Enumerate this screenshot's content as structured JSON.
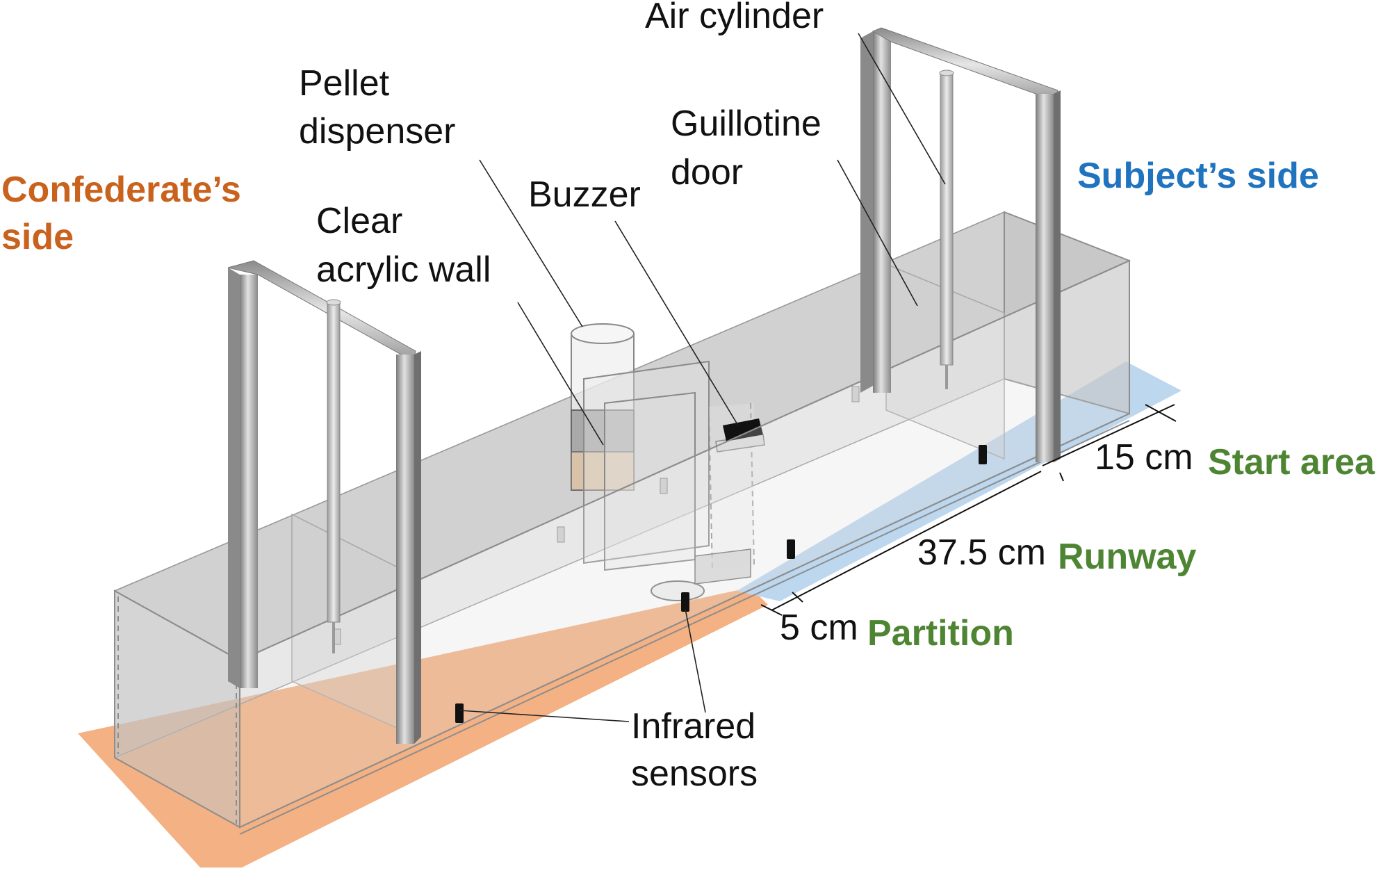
{
  "labels": {
    "air_cylinder": "Air cylinder",
    "pellet_dispenser": [
      "Pellet",
      "dispenser"
    ],
    "guillotine_door": [
      "Guillotine",
      "door"
    ],
    "buzzer": "Buzzer",
    "clear_acrylic_wall": [
      "Clear",
      "acrylic wall"
    ],
    "infrared_sensors": [
      "Infrared",
      "sensors"
    ]
  },
  "sides": {
    "confederate": [
      "Confederate’s",
      "side"
    ],
    "subject": "Subject’s side"
  },
  "dimensions": {
    "start": "15 cm",
    "runway": "37.5 cm",
    "partition": "5 cm"
  },
  "areas": {
    "start": "Start area",
    "runway": "Runway",
    "partition": "Partition"
  },
  "colors": {
    "confederate": "#c8621c",
    "subject": "#1f73bf",
    "area_label": "#4e8533",
    "confederate_floor": "#f4b183",
    "subject_floor": "#bdd7ee",
    "frame": "#a9a9a9"
  }
}
